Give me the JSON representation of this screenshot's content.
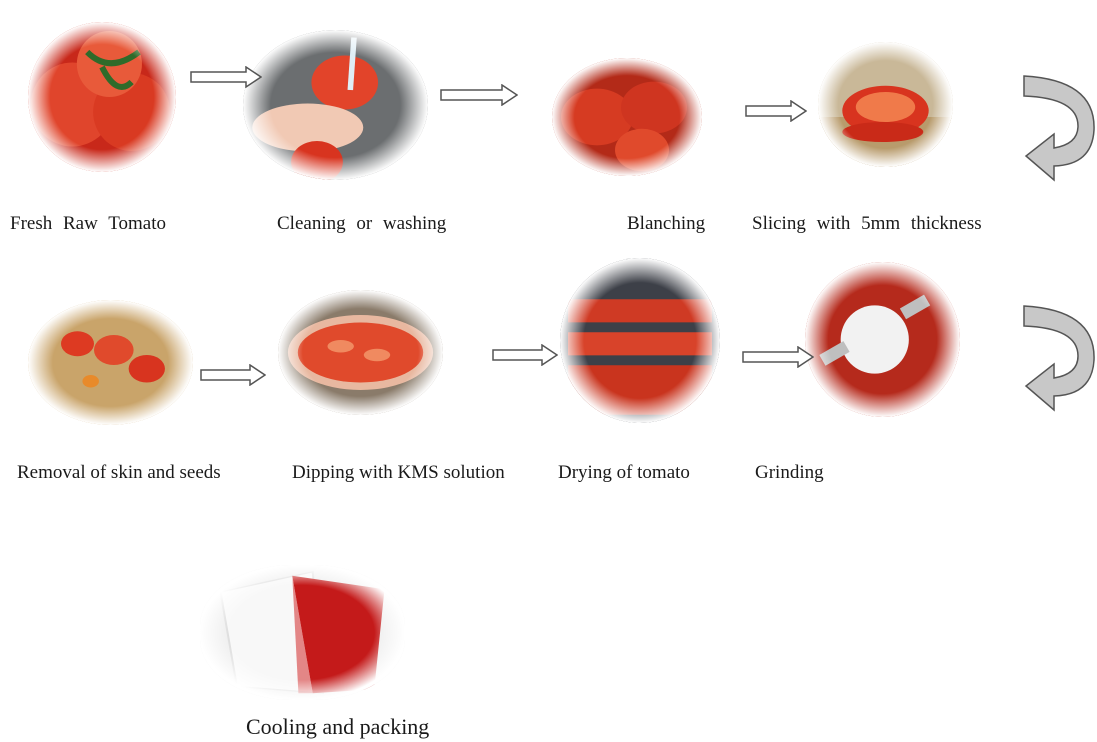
{
  "steps": {
    "s1": "Fresh  Raw  Tomato",
    "s2": "Cleaning  or  washing",
    "s3": "Blanching",
    "s4": "Slicing  with  5mm  thickness",
    "s5": "Removal of skin and seeds",
    "s6": "Dipping with KMS solution",
    "s7": "Drying of tomato",
    "s8": "Grinding",
    "s9": "Cooling and packing"
  },
  "icons": {
    "flow_arrow": "hollow-right-arrow",
    "row_turn": "curved-return-arrow"
  },
  "colors": {
    "tomato_red": "#d9351f",
    "arrow_stroke": "#555555",
    "curve_fill": "#c8c8c8"
  }
}
